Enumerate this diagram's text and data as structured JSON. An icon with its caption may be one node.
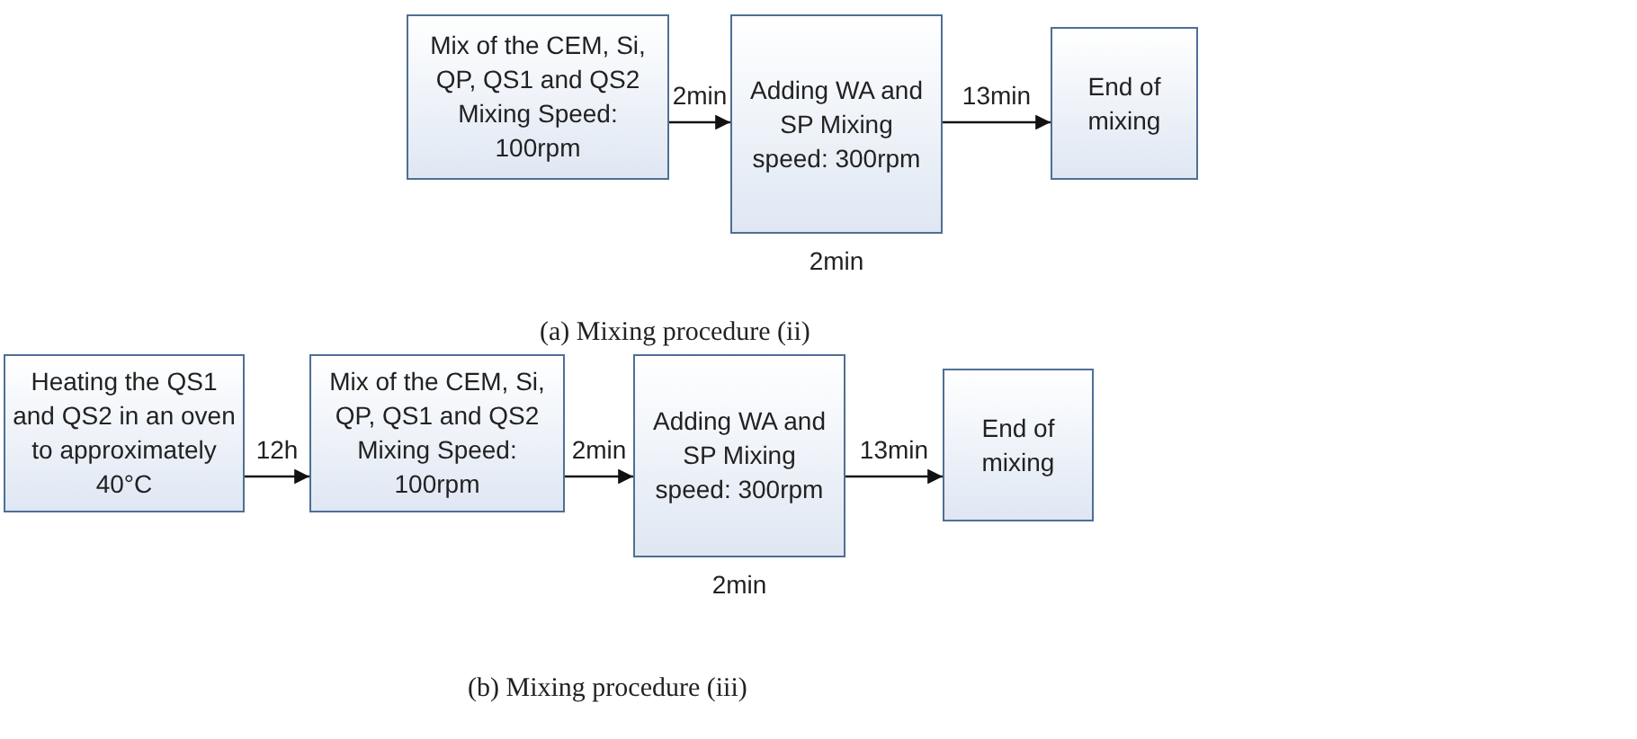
{
  "diagram": {
    "nodes": [
      {
        "text": [
          "Mix of the CEM, Si, QP, QS1 and QS2 Mixing Speed: 100rpm"
        ]
      },
      {
        "text": [
          "Adding WA and SP Mixing speed: 300rpm"
        ],
        "beside": [
          "2min"
        ]
      },
      {
        "text": [
          "End of mixing"
        ]
      },
      {
        "text": [
          "Heating the QS1 and QS2 in an oven to approximately 40°C"
        ]
      },
      {
        "text": [
          "Mix of the CEM, Si, QP, QS1 and QS2 Mixing Speed: 100rpm"
        ]
      },
      {
        "text": [
          "Adding WA and SP Mixing speed: 300rpm"
        ],
        "beside": [
          "2min"
        ]
      },
      {
        "text": [
          "End of mixing"
        ]
      }
    ],
    "edges": [
      {
        "from": 0,
        "to": 1,
        "arrow": "to",
        "label": "2min"
      },
      {
        "from": 1,
        "to": 2,
        "arrow": "to",
        "label": "13min"
      },
      {
        "from": 3,
        "to": 4,
        "arrow": "to",
        "label": "12h"
      },
      {
        "from": 4,
        "to": 5,
        "arrow": "to",
        "label": "2min"
      },
      {
        "from": 5,
        "to": 6,
        "arrow": "to",
        "label": "13min"
      }
    ],
    "labels": [
      "(a) Mixing procedure (ii)",
      "(b) Mixing procedure (iii)"
    ]
  }
}
